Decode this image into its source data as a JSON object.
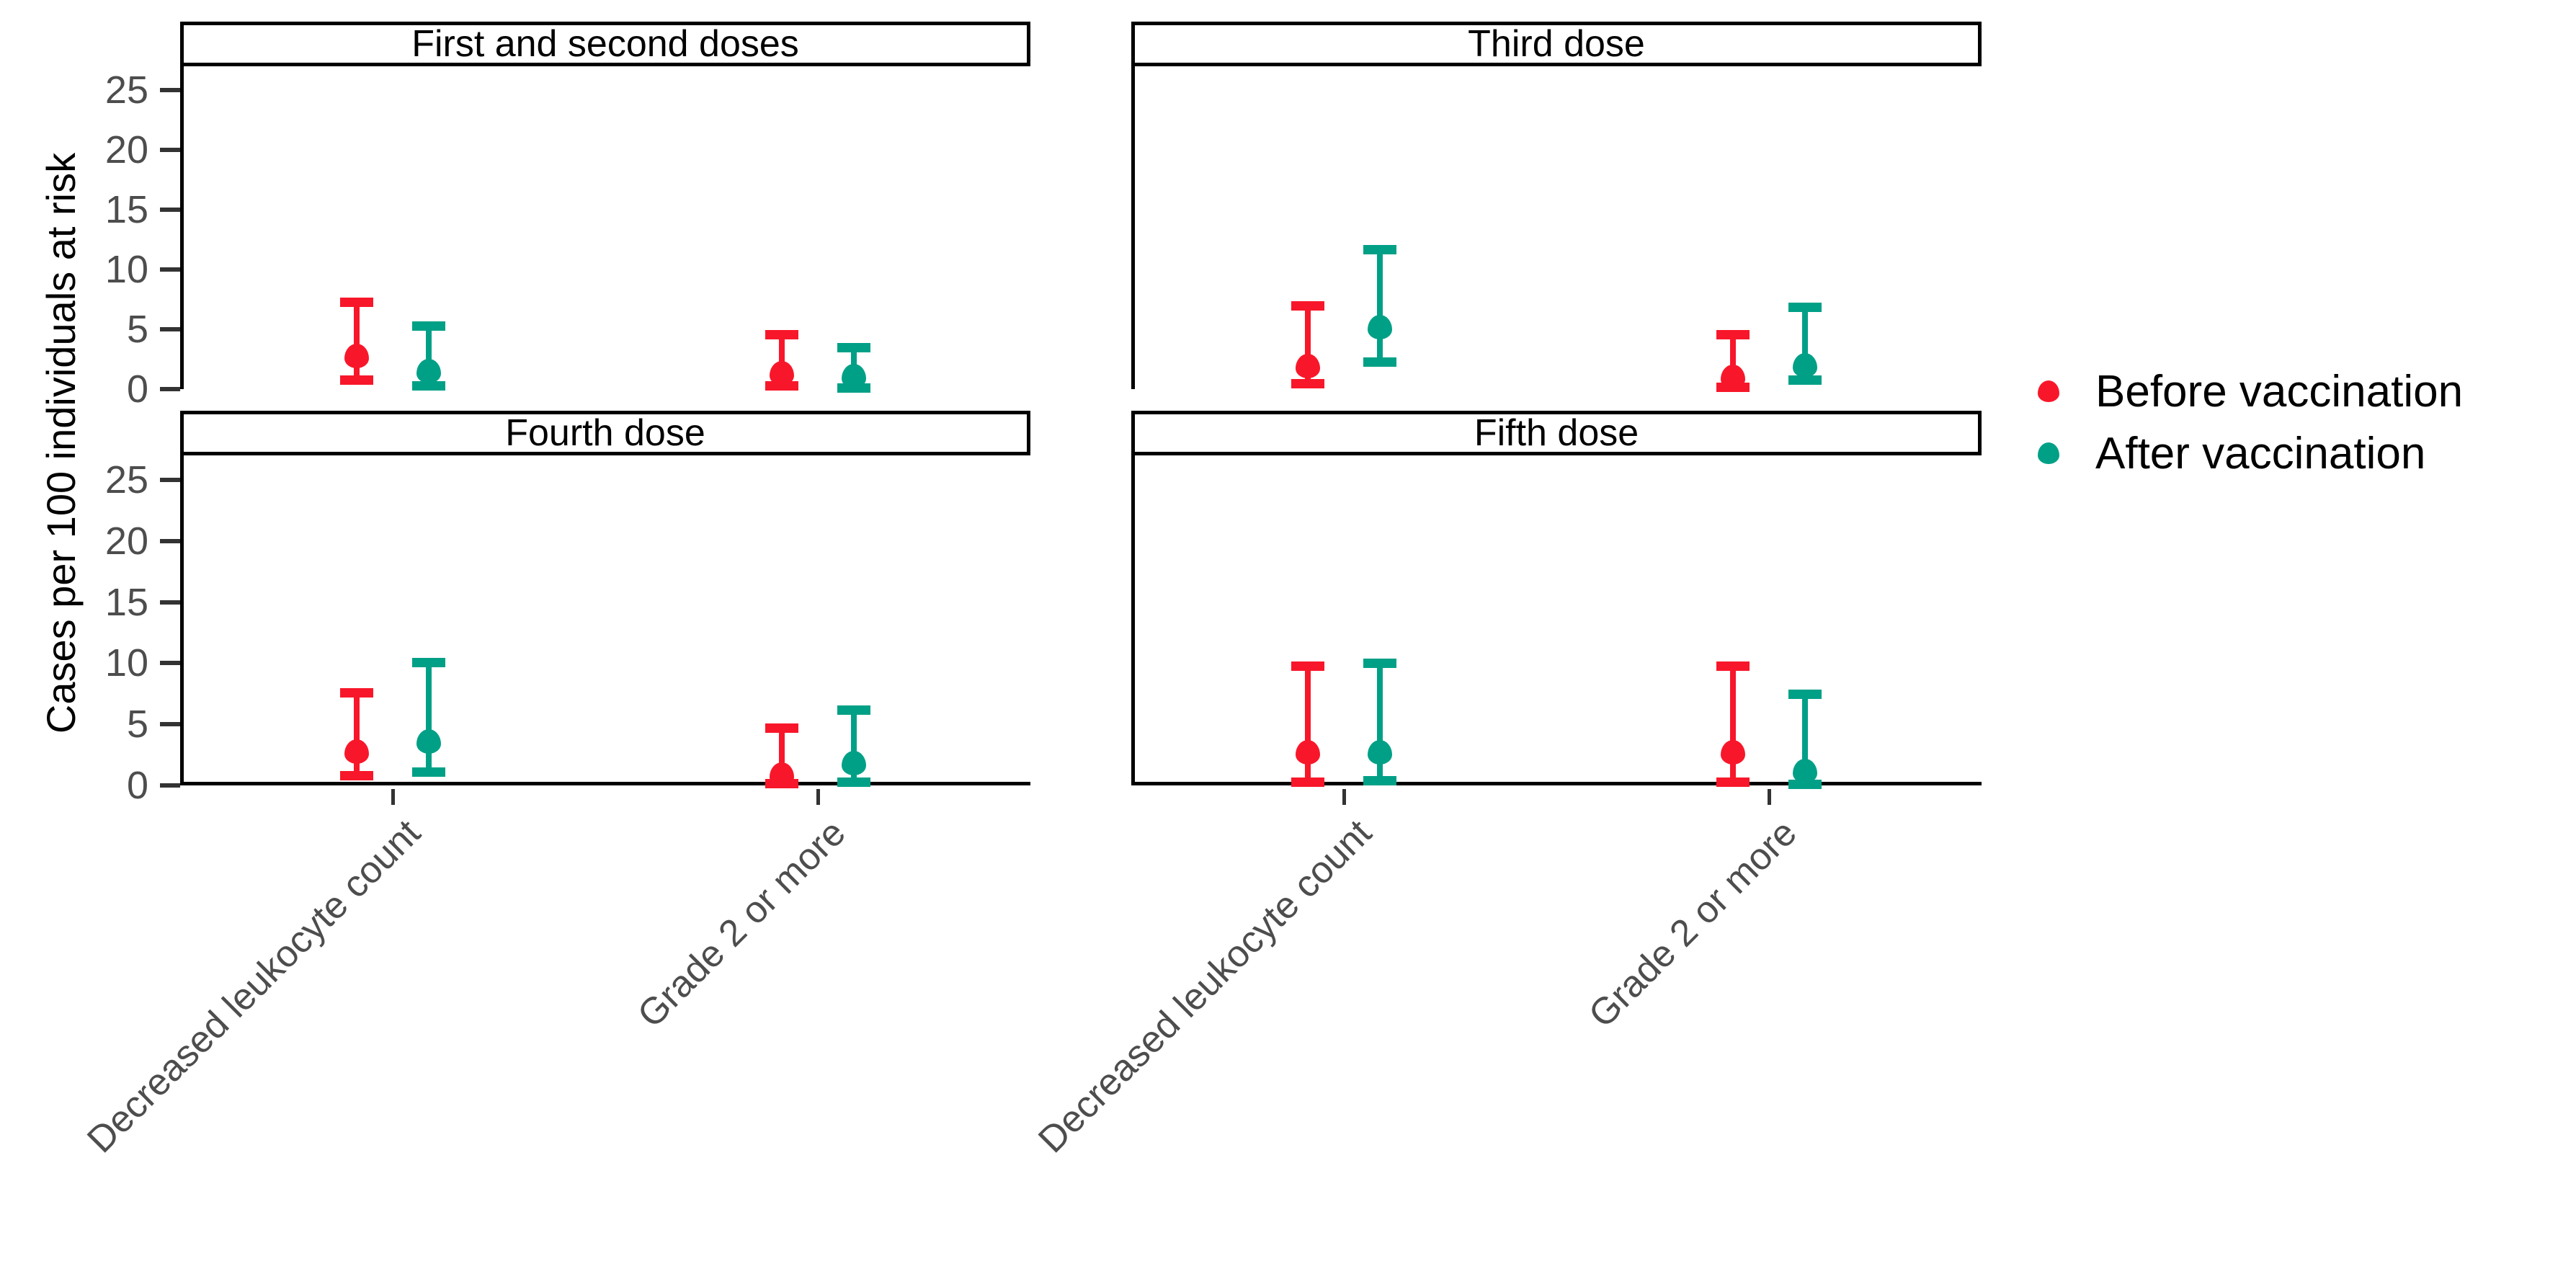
{
  "chart_data": {
    "type": "scatter",
    "title": "",
    "subtitle": "",
    "xlabel": "",
    "ylabel": "Cases per 100 individuals at risk",
    "ylim": [
      0,
      27
    ],
    "yticks": [
      0,
      5,
      10,
      15,
      20,
      25
    ],
    "ytick_labels": [
      "0",
      "5",
      "10",
      "15",
      "20",
      "25"
    ],
    "grid": false,
    "legend_position": "right",
    "categories": [
      "Decreased leukocyte count",
      "Grade 2 or more"
    ],
    "facets": [
      "First and second doses",
      "Third dose",
      "Fourth dose",
      "Fifth dose"
    ],
    "legend": [
      {
        "name": "Before vaccination",
        "color": "#F8172A"
      },
      {
        "name": "After vaccination",
        "color": "#00A087"
      }
    ],
    "series": [
      {
        "name": "Before vaccination",
        "color": "#F8172A",
        "points": [
          {
            "facet": "First and second doses",
            "category": "Decreased leukocyte count",
            "value": 2.8,
            "low": 0.8,
            "high": 7.3
          },
          {
            "facet": "First and second doses",
            "category": "Grade 2 or more",
            "value": 1.3,
            "low": 0.3,
            "high": 4.6
          },
          {
            "facet": "Third dose",
            "category": "Decreased leukocyte count",
            "value": 1.9,
            "low": 0.5,
            "high": 7.0
          },
          {
            "facet": "Third dose",
            "category": "Grade 2 or more",
            "value": 1.0,
            "low": 0.2,
            "high": 4.6
          },
          {
            "facet": "Fourth dose",
            "category": "Decreased leukocyte count",
            "value": 2.8,
            "low": 0.8,
            "high": 7.6
          },
          {
            "facet": "Fourth dose",
            "category": "Grade 2 or more",
            "value": 0.9,
            "low": 0.2,
            "high": 4.7
          },
          {
            "facet": "Fifth dose",
            "category": "Decreased leukocyte count",
            "value": 2.7,
            "low": 0.3,
            "high": 9.8
          },
          {
            "facet": "Fifth dose",
            "category": "Grade 2 or more",
            "value": 2.7,
            "low": 0.3,
            "high": 9.8
          }
        ]
      },
      {
        "name": "After vaccination",
        "color": "#00A087",
        "points": [
          {
            "facet": "First and second doses",
            "category": "Decreased leukocyte count",
            "value": 1.5,
            "low": 0.3,
            "high": 5.3
          },
          {
            "facet": "First and second doses",
            "category": "Grade 2 or more",
            "value": 1.1,
            "low": 0.1,
            "high": 3.5
          },
          {
            "facet": "Third dose",
            "category": "Decreased leukocyte count",
            "value": 5.2,
            "low": 2.3,
            "high": 11.7
          },
          {
            "facet": "Third dose",
            "category": "Grade 2 or more",
            "value": 2.0,
            "low": 0.8,
            "high": 6.9
          },
          {
            "facet": "Fourth dose",
            "category": "Decreased leukocyte count",
            "value": 3.6,
            "low": 1.1,
            "high": 10.1
          },
          {
            "facet": "Fourth dose",
            "category": "Grade 2 or more",
            "value": 1.8,
            "low": 0.3,
            "high": 6.2
          },
          {
            "facet": "Fifth dose",
            "category": "Decreased leukocyte count",
            "value": 2.7,
            "low": 0.4,
            "high": 10.0
          },
          {
            "facet": "Fifth dose",
            "category": "Grade 2 or more",
            "value": 1.2,
            "low": 0.1,
            "high": 7.5
          }
        ]
      }
    ]
  },
  "axis": {
    "y_title": "Cases per 100 individuals at risk"
  },
  "panel_titles": {
    "p0": "First and second doses",
    "p1": "Third dose",
    "p2": "Fourth dose",
    "p3": "Fifth dose"
  },
  "x_labels": {
    "c0": "Decreased leukocyte count",
    "c1": "Grade 2 or more"
  },
  "legend": {
    "before": "Before vaccination",
    "after": "After vaccination"
  }
}
